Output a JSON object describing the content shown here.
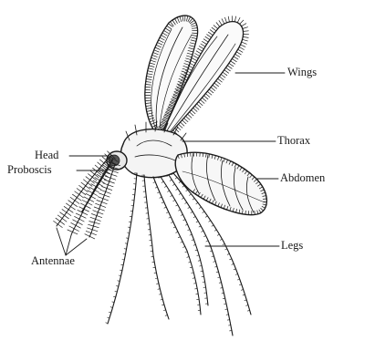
{
  "diagram": {
    "subject": "mosquito",
    "labels": {
      "wings": "Wings",
      "thorax": "Thorax",
      "abdomen": "Abdomen",
      "legs": "Legs",
      "head": "Head",
      "proboscis": "Proboscis",
      "antennae": "Antennae"
    },
    "colors": {
      "ink": "#1a1a1a",
      "background": "#ffffff"
    }
  }
}
